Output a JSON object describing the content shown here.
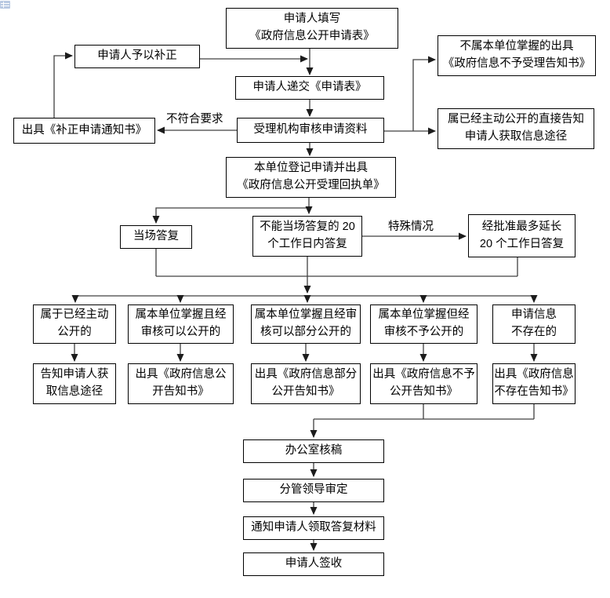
{
  "diagram": {
    "colors": {
      "box_fill": "#ffffff",
      "box_border": "#000000",
      "line": "#404040",
      "arrowhead": "#1c1c1c",
      "corner_icon": "#b9c9e2"
    },
    "icons": {
      "corner_icon": "table-icon"
    },
    "edge_labels": {
      "unqualified": "不符合要求",
      "special_case": "特殊情况"
    },
    "nodes": {
      "fill_form": {
        "label": "申请人填写\n《政府信息公开申请表》"
      },
      "correct": {
        "label": "申请人予以补正"
      },
      "submit_form": {
        "label": "申请人递交《申请表》"
      },
      "correct_notice": {
        "label": "出具《补正申请通知书》"
      },
      "review": {
        "label": "受理机构审核申请资料"
      },
      "not_held": {
        "label": "不属本单位掌握的出具\n《政府信息不予受理告知书》"
      },
      "already_public": {
        "label": "属已经主动公开的直接告知\n申请人获取信息途径"
      },
      "register": {
        "label": "本单位登记申请并出具\n《政府信息公开受理回执单》"
      },
      "on_spot": {
        "label": "当场答复"
      },
      "within_20": {
        "label": "不能当场答复的 20\n个工作日内答复"
      },
      "extend_20": {
        "label": "经批准最多延长\n20 个工作日答复"
      },
      "cond1": {
        "label": "属于已经主动\n公开的"
      },
      "cond2": {
        "label": "属本单位掌握且经\n审核可以公开的"
      },
      "cond3": {
        "label": "属本单位掌握且经审\n核可以部分公开的"
      },
      "cond4": {
        "label": "属本单位掌握但经\n审核不予公开的"
      },
      "cond5": {
        "label": "申请信息\n不存在的"
      },
      "act1": {
        "label": "告知申请人获\n取信息途径"
      },
      "act2": {
        "label": "出具《政府信息公\n开告知书》"
      },
      "act3": {
        "label": "出具《政府信息部分\n公开告知书》"
      },
      "act4": {
        "label": "出具《政府信息不予\n公开告知书》"
      },
      "act5": {
        "label": "出具《政府信息\n不存在告知书》"
      },
      "office_check": {
        "label": "办公室核稿"
      },
      "leader_approve": {
        "label": "分管领导审定"
      },
      "notify_collect": {
        "label": "通知申请人领取答复材料"
      },
      "sign_receipt": {
        "label": "申请人签收"
      }
    }
  }
}
